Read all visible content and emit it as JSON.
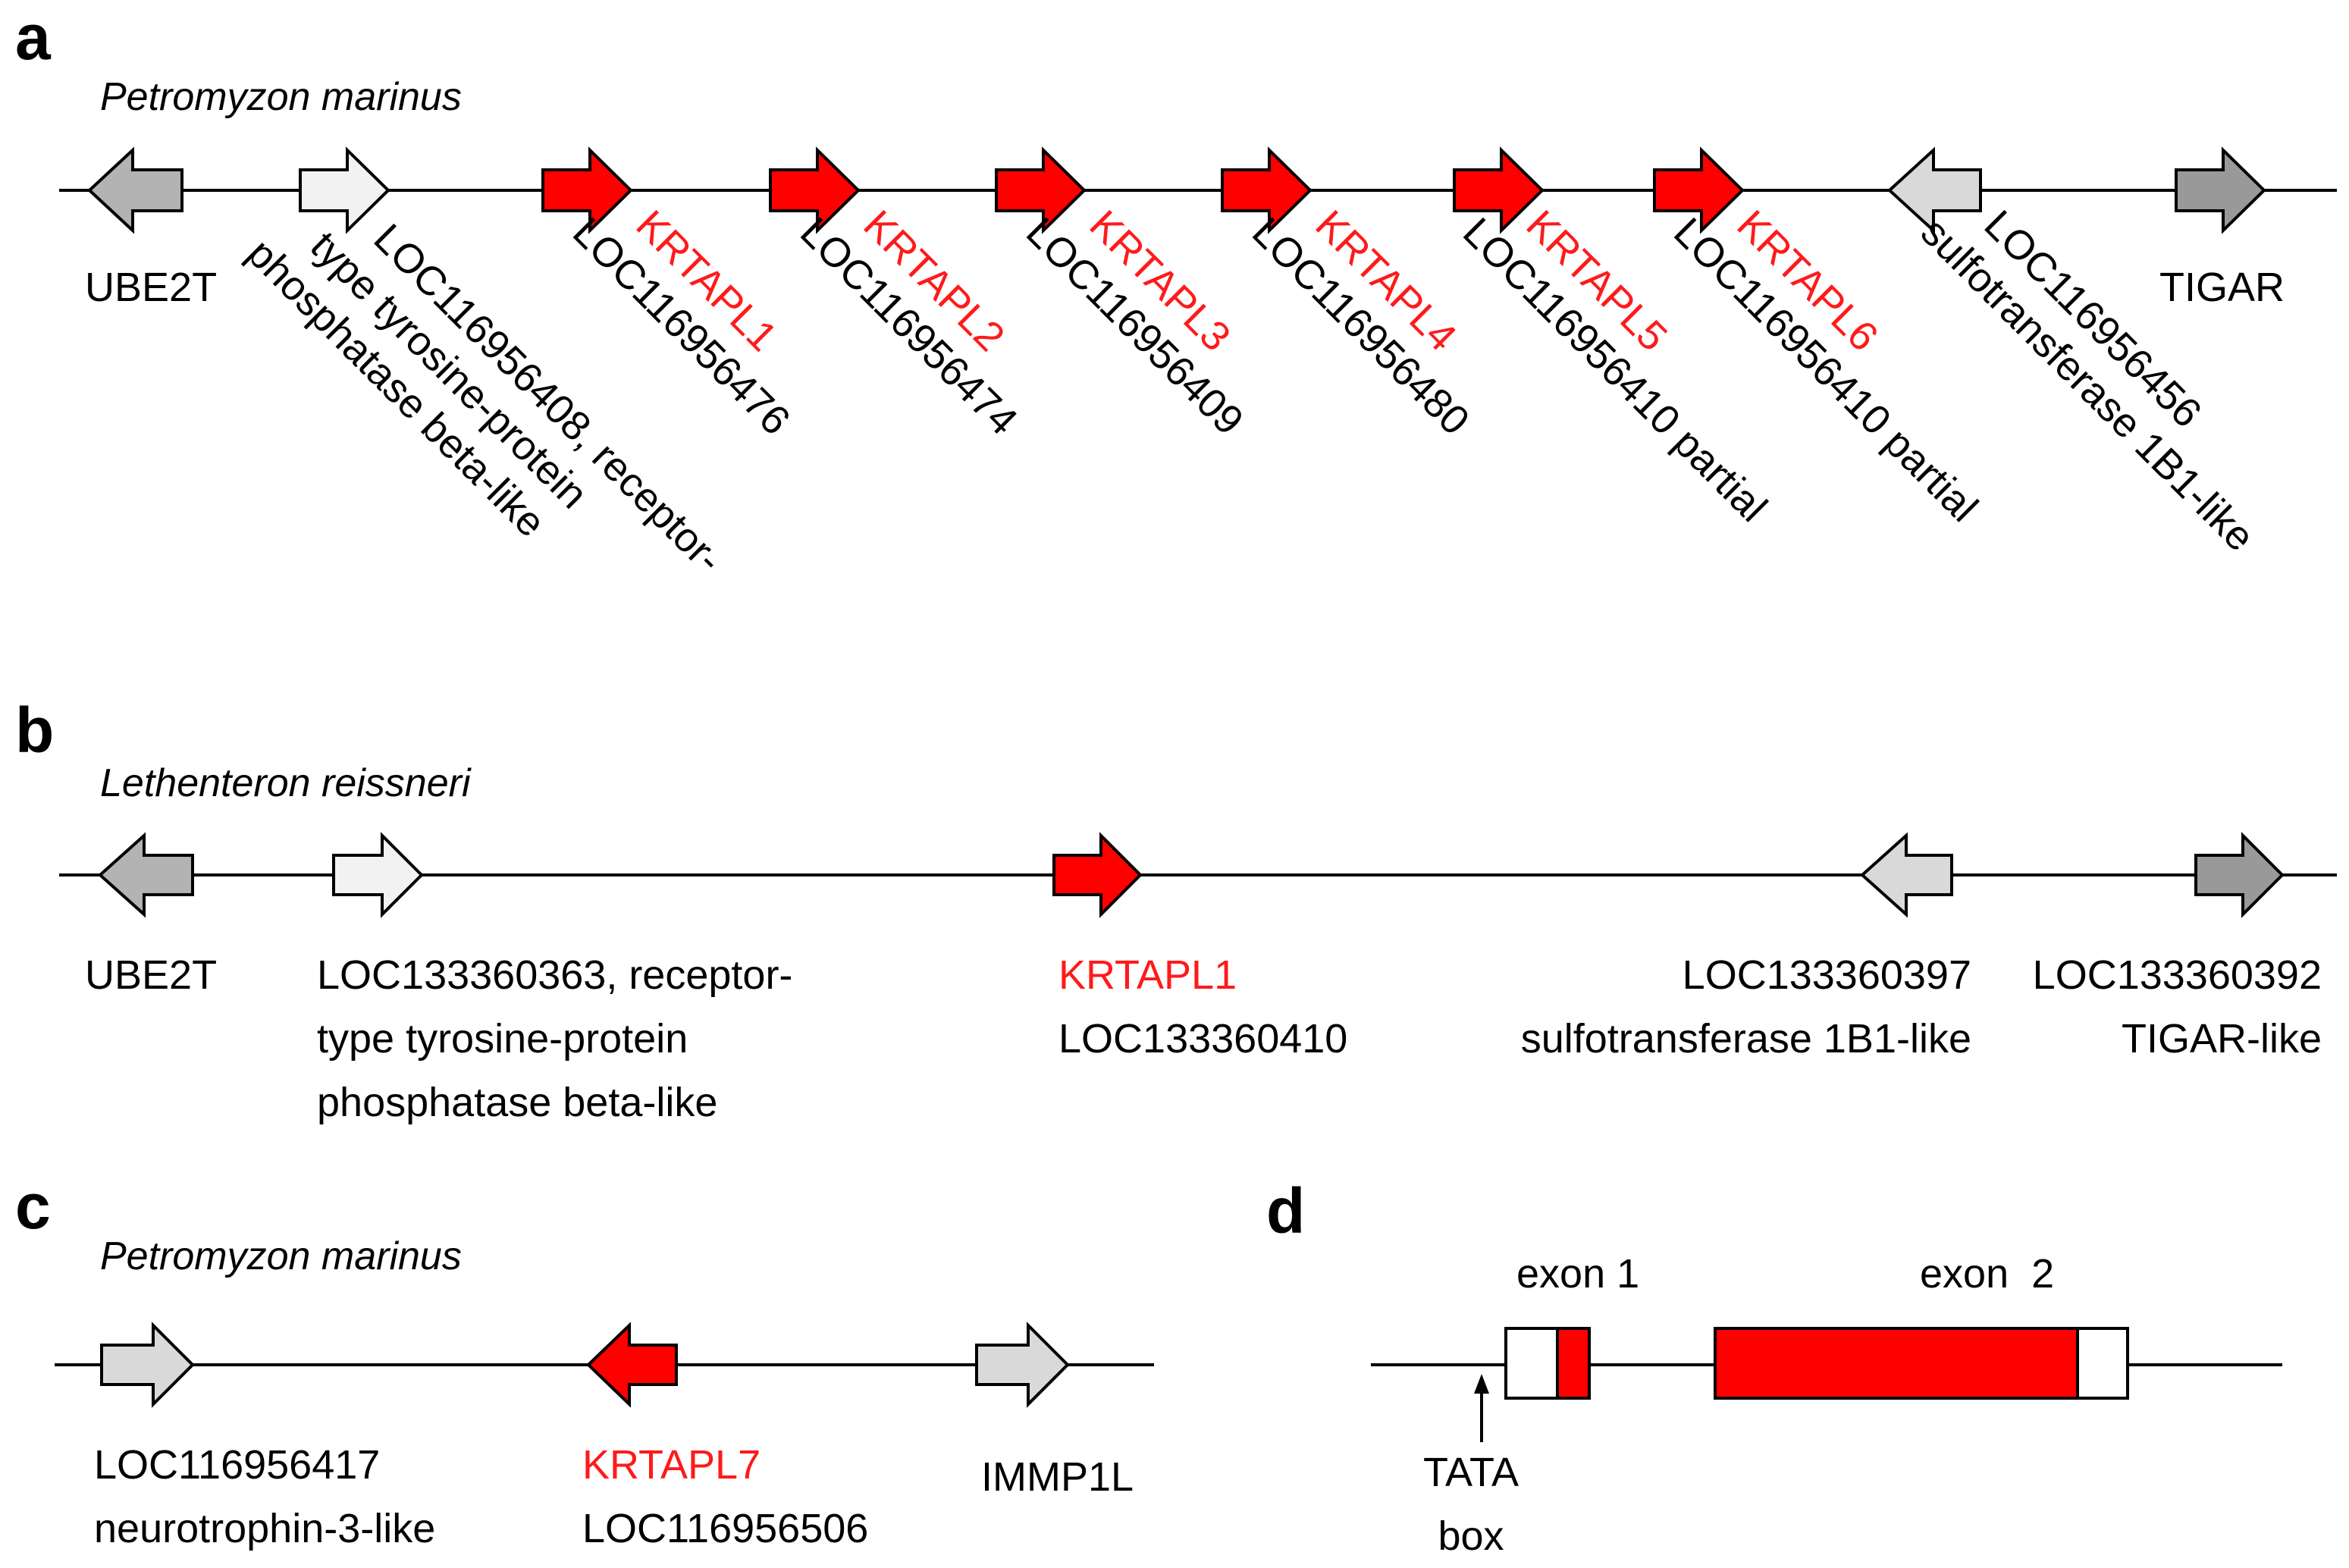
{
  "colors": {
    "krtapl_red": "#ff0000",
    "label_red": "#ff1a1a",
    "gray_dark": "#999999",
    "gray_mid": "#b3b3b3",
    "gray_light": "#d9d9d9",
    "gray_pale": "#f2f2f2"
  },
  "panels": {
    "a": {
      "letter": "a",
      "species": "Petromyzon marinus",
      "genes": [
        {
          "id": "ube2t",
          "direction": "left",
          "fill": "gray",
          "lines": [
            "UBE2T"
          ]
        },
        {
          "id": "loc116956408",
          "direction": "right",
          "fill": "pale",
          "lines": [
            "LOC116956408, receptor-",
            "type tyrosine-protein",
            "phosphatase beta-like"
          ]
        },
        {
          "id": "krtapl1",
          "direction": "right",
          "fill": "red",
          "name": "KRTAPL1",
          "lines": [
            "LOC116956476"
          ]
        },
        {
          "id": "krtapl2",
          "direction": "right",
          "fill": "red",
          "name": "KRTAPL2",
          "lines": [
            "LOC116956474"
          ]
        },
        {
          "id": "krtapl3",
          "direction": "right",
          "fill": "red",
          "name": "KRTAPL3",
          "lines": [
            "LOC116956409"
          ]
        },
        {
          "id": "krtapl4",
          "direction": "right",
          "fill": "red",
          "name": "KRTAPL4",
          "lines": [
            "LOC116956480"
          ]
        },
        {
          "id": "krtapl5",
          "direction": "right",
          "fill": "red",
          "name": "KRTAPL5",
          "lines": [
            "LOC116956410 partial"
          ]
        },
        {
          "id": "krtapl6",
          "direction": "right",
          "fill": "red",
          "name": "KRTAPL6",
          "lines": [
            "LOC116956410 partial"
          ]
        },
        {
          "id": "loc116956456",
          "direction": "left",
          "fill": "light",
          "lines": [
            "LOC116956456",
            "sulfotransferase 1B1-like"
          ]
        },
        {
          "id": "tigar",
          "direction": "right",
          "fill": "dark",
          "lines": [
            "TIGAR"
          ]
        }
      ]
    },
    "b": {
      "letter": "b",
      "species": "Lethenteron reissneri",
      "genes": [
        {
          "id": "ube2t",
          "direction": "left",
          "fill": "gray",
          "lines": [
            "UBE2T"
          ]
        },
        {
          "id": "loc133360363",
          "direction": "right",
          "fill": "pale",
          "lines": [
            "LOC133360363, receptor-",
            "type tyrosine-protein",
            "phosphatase beta-like"
          ]
        },
        {
          "id": "krtapl1",
          "direction": "right",
          "fill": "red",
          "name": "KRTAPL1",
          "lines": [
            "LOC133360410"
          ]
        },
        {
          "id": "loc133360397",
          "direction": "left",
          "fill": "light",
          "lines": [
            "LOC133360397",
            "sulfotransferase 1B1-like"
          ]
        },
        {
          "id": "loc133360392",
          "direction": "right",
          "fill": "dark",
          "lines": [
            "LOC133360392",
            "TIGAR-like"
          ]
        }
      ]
    },
    "c": {
      "letter": "c",
      "species": "Petromyzon marinus",
      "genes": [
        {
          "id": "loc116956417",
          "direction": "right",
          "fill": "light",
          "lines": [
            "LOC116956417",
            "neurotrophin-3-like"
          ]
        },
        {
          "id": "krtapl7",
          "direction": "left",
          "fill": "red",
          "name": "KRTAPL7",
          "lines": [
            "LOC116956506"
          ]
        },
        {
          "id": "immp1l",
          "direction": "right",
          "fill": "light",
          "lines": [
            "IMMP1L"
          ]
        }
      ]
    },
    "d": {
      "letter": "d",
      "exon1": "exon  1",
      "exon2": "exon  2",
      "tata": [
        "TATA",
        "box"
      ]
    }
  }
}
